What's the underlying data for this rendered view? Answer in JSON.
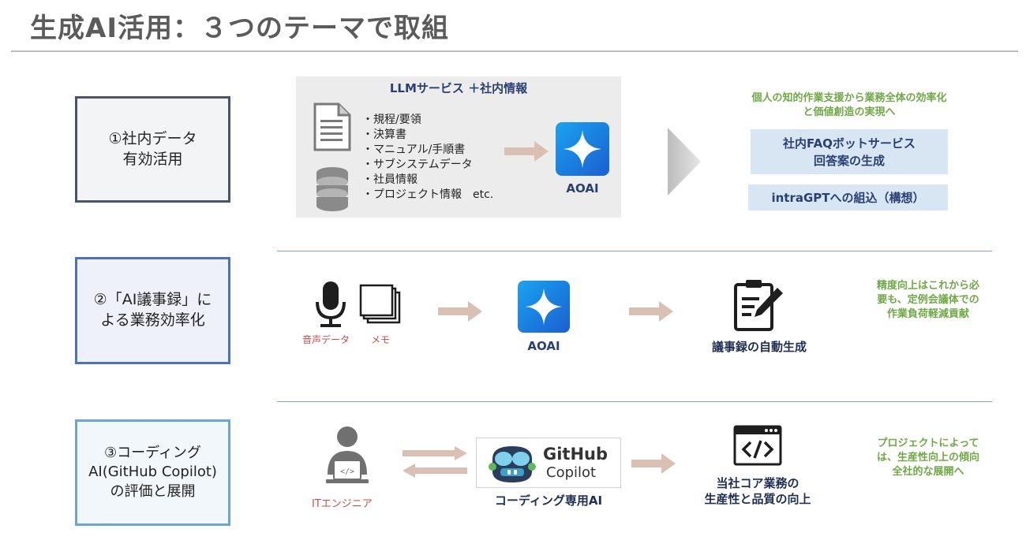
{
  "title": "生成AI活用：３つのテーマで取組",
  "themes": [
    {
      "label": "①社内データ\n有効活用"
    },
    {
      "label": "②「AI議事録」に\nよる業務効率化"
    },
    {
      "label": "③コーディング\nAI(GitHub Copilot)\nの評価と展開"
    }
  ],
  "row1": {
    "panel_title": "LLMサービス ＋社内情報",
    "documents": [
      "・規程/要領",
      "・決算書",
      "・マニュアル/手順書",
      "・サブシステムデータ",
      "・社員情報",
      "・プロジェクト情報　etc."
    ],
    "aoai_label": "AOAI",
    "note": "個人の知的作業支援から業務全体の効率化\nと価値創造の実現へ",
    "results": [
      "社内FAQボットサービス\n回答案の生成",
      "intraGPTへの組込（構想）"
    ]
  },
  "row2": {
    "voice_label": "音声データ",
    "memo_label": "メモ",
    "aoai_label": "AOAI",
    "output_label": "議事録の自動生成",
    "note": "精度向上はこれから必\n要も、定例会議体での\n作業負荷軽減貢献"
  },
  "row3": {
    "engineer_label": "ITエンジニア",
    "github_brand": "GitHub",
    "copilot_brand": "Copilot",
    "tool_caption": "コーディング専用AI",
    "output_label": "当社コア業務の\n生産性と品質の向上",
    "note": "プロジェクトによって\nは、生産性向上の傾向\n全社的な展開へ"
  },
  "colors": {
    "title": "#5b5b5b",
    "navy": "#2a3f72",
    "green": "#70a847",
    "arrow": "#d9c0b3",
    "aoai_blue": "#1f7ee0",
    "result_bg": "#d8e6f4"
  },
  "icons": [
    "document-icon",
    "database-icon",
    "aoai-logo-icon",
    "chevron-right-icon",
    "microphone-icon",
    "memo-icon",
    "minutes-icon",
    "engineer-icon",
    "copilot-logo-icon",
    "code-window-icon"
  ]
}
